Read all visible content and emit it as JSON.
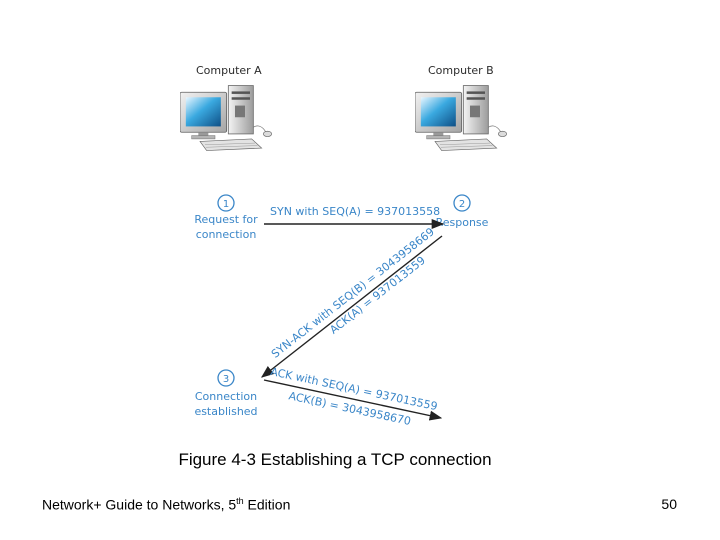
{
  "colors": {
    "accent": "#3a86c8",
    "arrow": "#222222",
    "text_dark": "#2b2b2b"
  },
  "computers": {
    "a": {
      "label": "Computer A",
      "icon": "desktop-computer-icon"
    },
    "b": {
      "label": "Computer B",
      "icon": "desktop-computer-icon"
    }
  },
  "steps": [
    {
      "number": "1",
      "line1": "Request for",
      "line2": "connection"
    },
    {
      "number": "2",
      "line1": "Response"
    },
    {
      "number": "3",
      "line1": "Connection",
      "line2": "established"
    }
  ],
  "messages": {
    "syn": "SYN with SEQ(A) = 937013558",
    "synack_1": "SYN-ACK with SEQ(B) = 3043958669",
    "synack_2": "ACK(A) = 937013559",
    "ack_1": "ACK with SEQ(A) = 937013559",
    "ack_2": "ACK(B) = 3043958670"
  },
  "caption": "Figure 4-3 Establishing a TCP connection",
  "footer": {
    "title_pre": "Network+ Guide to Networks, 5",
    "title_sup": "th",
    "title_post": " Edition",
    "page": "50"
  }
}
